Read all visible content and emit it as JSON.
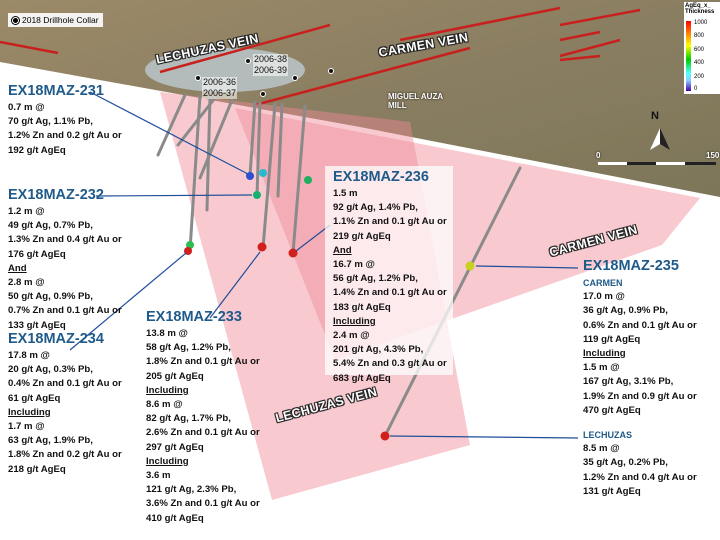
{
  "legend": {
    "collar_label": "2018 Drillhole Collar",
    "scale_title": "AgEq_x_ Thickness",
    "scale_ticks": [
      "1000",
      "800",
      "600",
      "400",
      "200",
      "0"
    ],
    "north": "N",
    "scale_start": "0",
    "scale_end": "150"
  },
  "veins": {
    "lechuzas_top": "LECHUZAS VEIN",
    "carmen_top": "CARMEN VEIN",
    "carmen_plane": "CARMEN VEIN",
    "lechuzas_plane": "LECHUZAS VEIN"
  },
  "collars": {
    "c1": "2006-38",
    "c2": "2006-39",
    "c3": "2006-36",
    "c4": "2006-37",
    "mill1": "MIGUEL AUZA",
    "mill2": "MILL"
  },
  "colors": {
    "title": "#1f5a8a",
    "plane": "#f08a96",
    "leader": "#1f4e9a"
  },
  "holes": [
    {
      "id": "231",
      "title": "EX18MAZ-231",
      "lines": [
        {
          "t": "0.7 m @"
        },
        {
          "t": "70 g/t Ag, 1.1% Pb,"
        },
        {
          "t": "1.2% Zn and 0.2 g/t Au or"
        },
        {
          "t": "192 g/t AgEq"
        }
      ]
    },
    {
      "id": "232",
      "title": "EX18MAZ-232",
      "lines": [
        {
          "t": "1.2 m @"
        },
        {
          "t": "49 g/t Ag, 0.7% Pb,"
        },
        {
          "t": "1.3% Zn and 0.4 g/t Au or"
        },
        {
          "t": "176 g/t AgEq"
        },
        {
          "t": "And",
          "k": "u"
        },
        {
          "t": "2.8 m @"
        },
        {
          "t": "50 g/t Ag, 0.9% Pb,"
        },
        {
          "t": "0.7% Zn and 0.1 g/t Au or"
        },
        {
          "t": "133 g/t AgEq"
        }
      ]
    },
    {
      "id": "234",
      "title": "EX18MAZ-234",
      "lines": [
        {
          "t": "17.8 m @"
        },
        {
          "t": "20 g/t Ag, 0.3% Pb,"
        },
        {
          "t": "0.4% Zn and 0.1 g/t Au or"
        },
        {
          "t": "61 g/t AgEq"
        },
        {
          "t": "Including",
          "k": "u"
        },
        {
          "t": "1.7 m @"
        },
        {
          "t": "63 g/t Ag, 1.9% Pb,"
        },
        {
          "t": "1.8% Zn and 0.2 g/t Au or"
        },
        {
          "t": "218 g/t AgEq"
        }
      ]
    },
    {
      "id": "233",
      "title": "EX18MAZ-233",
      "lines": [
        {
          "t": "13.8 m @"
        },
        {
          "t": "58 g/t Ag, 1.2% Pb,"
        },
        {
          "t": "1.8% Zn and 0.1 g/t Au or"
        },
        {
          "t": "205 g/t AgEq"
        },
        {
          "t": "Including",
          "k": "u"
        },
        {
          "t": "8.6 m @"
        },
        {
          "t": "82 g/t Ag, 1.7% Pb,"
        },
        {
          "t": "2.6% Zn and 0.1 g/t Au or"
        },
        {
          "t": "297 g/t AgEq"
        },
        {
          "t": "Including",
          "k": "u"
        },
        {
          "t": "3.6 m"
        },
        {
          "t": "121 g/t Ag, 2.3% Pb,"
        },
        {
          "t": "3.6% Zn and 0.1 g/t Au or"
        },
        {
          "t": "410 g/t AgEq"
        }
      ]
    },
    {
      "id": "236",
      "title": "EX18MAZ-236",
      "lines": [
        {
          "t": "1.5 m"
        },
        {
          "t": "92 g/t Ag, 1.4% Pb,"
        },
        {
          "t": "1.1% Zn and 0.1 g/t Au or"
        },
        {
          "t": "219 g/t AgEq"
        },
        {
          "t": "And",
          "k": "u"
        },
        {
          "t": "16.7 m @"
        },
        {
          "t": "56 g/t Ag, 1.2% Pb,"
        },
        {
          "t": "1.4% Zn and 0.1 g/t Au or"
        },
        {
          "t": "183 g/t AgEq"
        },
        {
          "t": "Including",
          "k": "u"
        },
        {
          "t": "2.4 m @"
        },
        {
          "t": "201 g/t Ag, 4.3% Pb,"
        },
        {
          "t": "5.4% Zn and 0.3 g/t Au or"
        },
        {
          "t": "683 g/t AgEq"
        }
      ]
    },
    {
      "id": "235",
      "title": "EX18MAZ-235",
      "lines": [
        {
          "t": "CARMEN",
          "k": "s"
        },
        {
          "t": "17.0 m @"
        },
        {
          "t": "36 g/t Ag, 0.9% Pb,"
        },
        {
          "t": "0.6% Zn and 0.1 g/t Au or"
        },
        {
          "t": "119 g/t AgEq"
        },
        {
          "t": "Including",
          "k": "u"
        },
        {
          "t": "1.5 m @"
        },
        {
          "t": "167 g/t Ag, 3.1% Pb,"
        },
        {
          "t": "1.9% Zn and 0.9 g/t Au or"
        },
        {
          "t": "470 g/t AgEq"
        },
        {
          "t": "",
          "k": "gap"
        },
        {
          "t": "LECHUZAS",
          "k": "s"
        },
        {
          "t": "8.5 m @"
        },
        {
          "t": "35 g/t Ag, 0.2% Pb,"
        },
        {
          "t": "1.2% Zn and 0.4 g/t Au or"
        },
        {
          "t": "131 g/t AgEq"
        }
      ]
    }
  ]
}
